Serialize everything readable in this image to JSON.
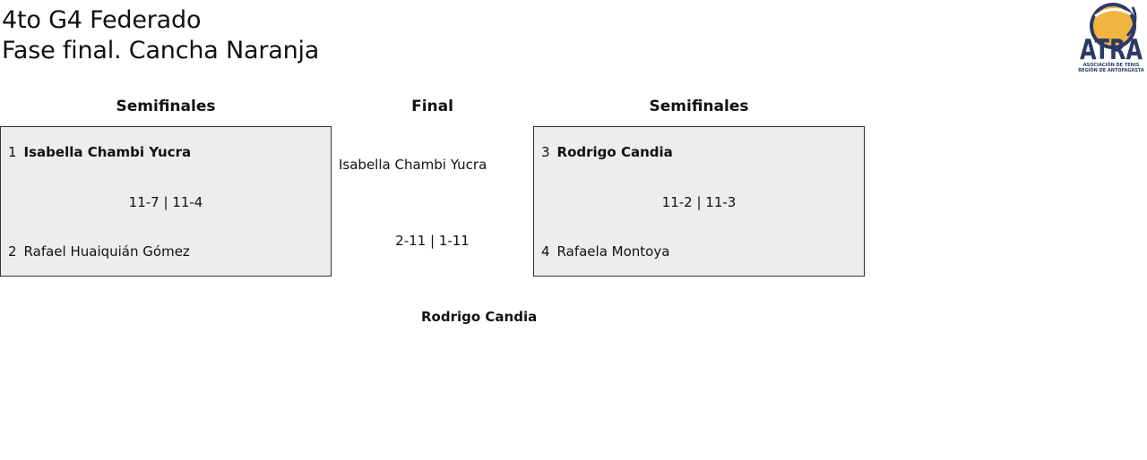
{
  "header": {
    "title_line1": "4to G4 Federado",
    "title_line2": "Fase final. Cancha Naranja"
  },
  "logo": {
    "name": "ATRA",
    "subtitle_line1": "ASOCIACIÓN DE TENIS",
    "subtitle_line2": "REGIÓN DE ANTOFAGASTA",
    "colors": {
      "navy": "#2b3a67",
      "gold": "#f0b540"
    }
  },
  "columns": {
    "left": "Semifinales",
    "center": "Final",
    "right": "Semifinales"
  },
  "semifinal_left": {
    "top_seed": "1",
    "top_name": "Isabella Chambi Yucra",
    "bottom_seed": "2",
    "bottom_name": "Rafael Huaiquián Gómez",
    "score": "11-7 | 11-4",
    "winner": "top"
  },
  "semifinal_right": {
    "top_seed": "3",
    "top_name": "Rodrigo Candia",
    "bottom_seed": "4",
    "bottom_name": "Rafaela Montoya",
    "score": "11-2 | 11-3",
    "winner": "top"
  },
  "final": {
    "player": "Isabella Chambi Yucra",
    "score": "2-11 | 1-11",
    "champion": "Rodrigo Candia"
  },
  "colors": {
    "box_background": "#ededed",
    "box_border": "#333333"
  }
}
